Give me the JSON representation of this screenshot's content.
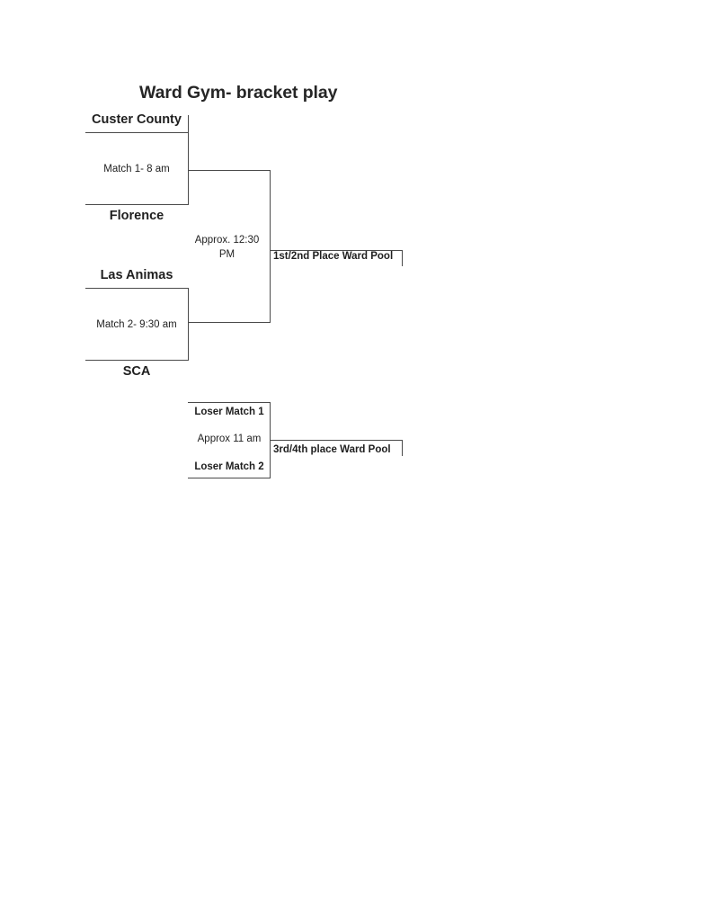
{
  "page": {
    "title": "Ward Gym- bracket play",
    "line_color": "#4a4a4a",
    "text_color": "#1f1f1f",
    "background": "#ffffff"
  },
  "bracket": {
    "type": "single-elimination",
    "round1": [
      {
        "match_label": "Match 1- 8 am",
        "top_team": "Custer County",
        "bottom_team": "Florence"
      },
      {
        "match_label": "Match 2- 9:30 am",
        "top_team": "Las Animas",
        "bottom_team": "SCA"
      }
    ],
    "championship": {
      "match_label_line1": "Approx. 12:30",
      "match_label_line2": "PM",
      "outcome_label": "1st/2nd Place Ward Pool"
    },
    "consolation": {
      "top_slot": "Loser Match 1",
      "bottom_slot": "Loser Match 2",
      "match_label": "Approx 11 am",
      "outcome_label": "3rd/4th place Ward Pool"
    }
  }
}
